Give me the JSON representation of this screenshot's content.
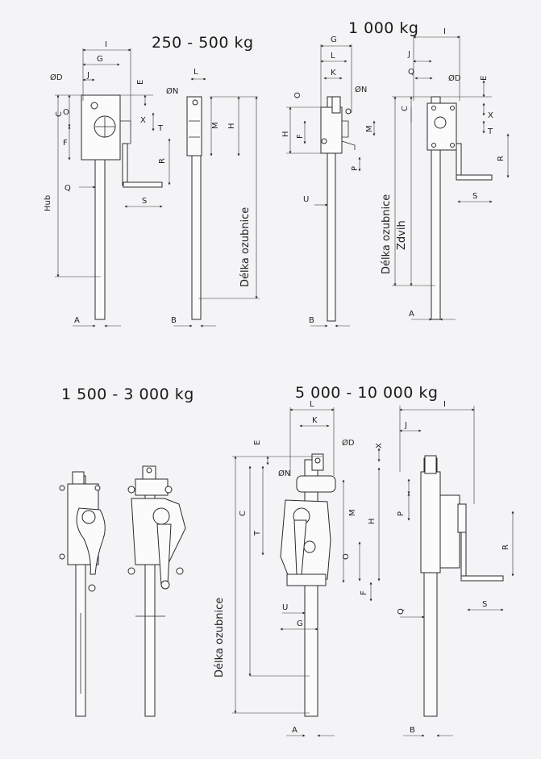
{
  "titles": {
    "t1": "250 - 500 kg",
    "t2": "1 000 kg",
    "t3": "1 500 - 3 000 kg",
    "t4": "5 000 - 10 000 kg"
  },
  "labels": {
    "I": "I",
    "G": "G",
    "J": "J",
    "E": "E",
    "C": "C",
    "O": "O",
    "X": "X",
    "T": "T",
    "F": "F",
    "Q": "Q",
    "R": "R",
    "S": "S",
    "L": "L",
    "M": "M",
    "H": "H",
    "K": "K",
    "P": "P",
    "U": "U",
    "A": "A",
    "B": "B",
    "D": "ØD",
    "N": "ØN",
    "hub": "Hub",
    "zdvih": "Zdvih",
    "delka": "Délka ozubnice"
  }
}
